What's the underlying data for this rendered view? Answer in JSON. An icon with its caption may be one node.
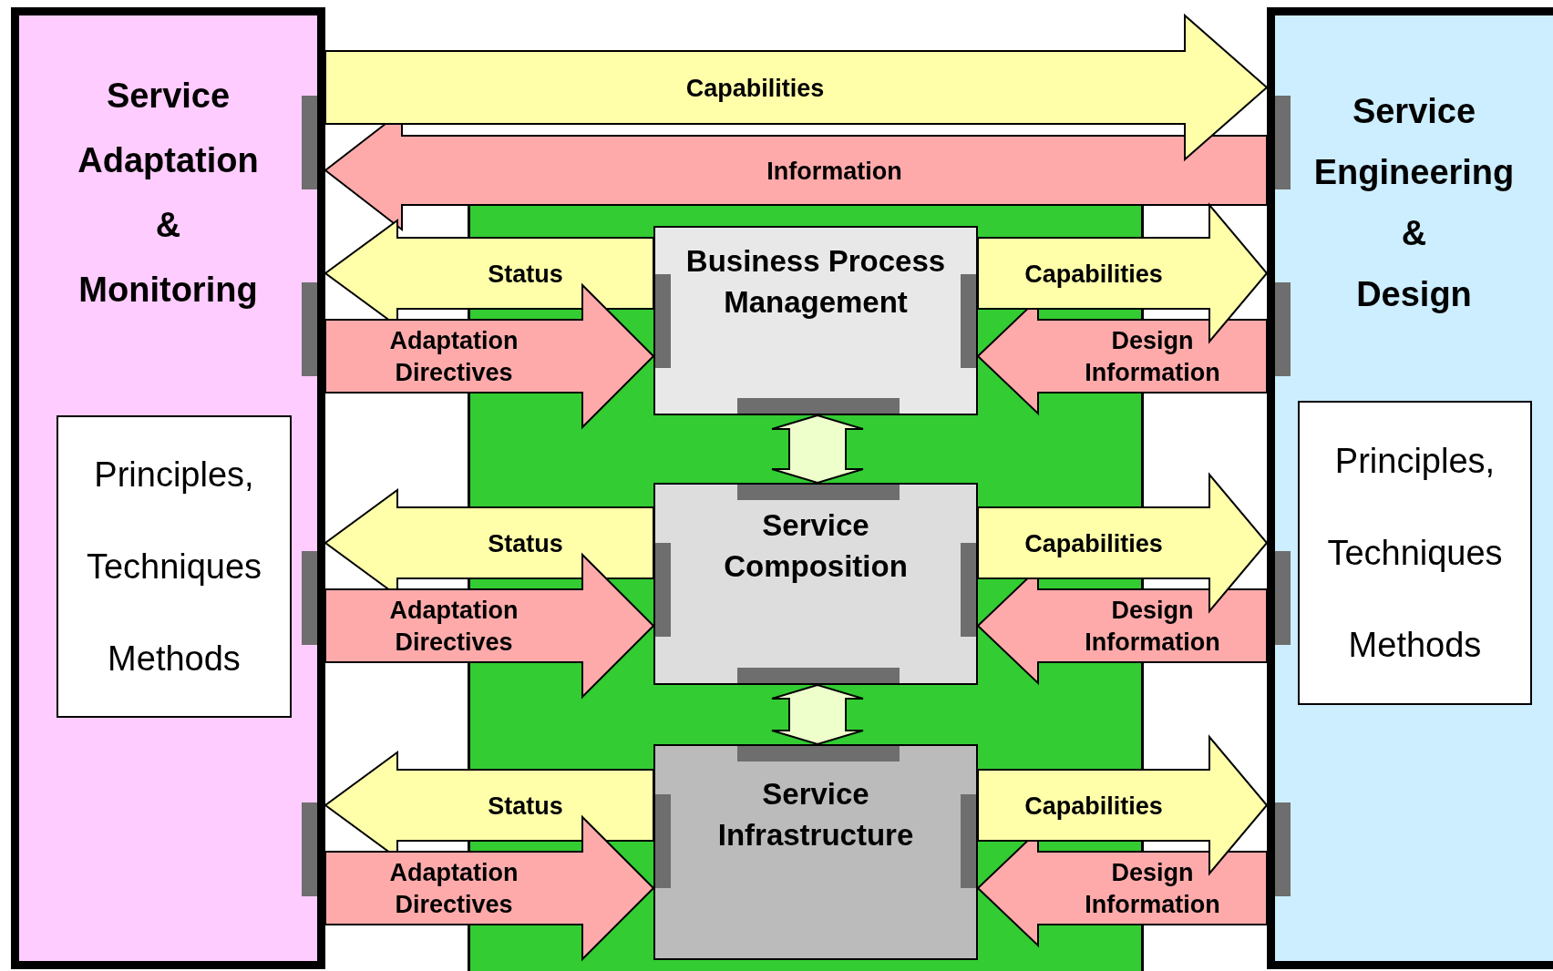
{
  "diagram": {
    "nodes": [
      {
        "text": [
          "Service Adaptation & Monitoring"
        ]
      },
      {
        "text": [
          "Principles, Techniques Methods"
        ],
        "in": 0
      },
      {
        "text": [],
        "shape": "box"
      },
      {
        "text": [
          "Business Process Management"
        ],
        "in": 2
      },
      {
        "text": [
          "Service Composition"
        ],
        "in": 2
      },
      {
        "text": [
          "Service Infrastructure"
        ],
        "in": 2
      },
      {
        "text": [
          "Service Engineering & Design"
        ]
      },
      {
        "text": [
          "Principles, Techniques Methods"
        ],
        "in": 6
      }
    ],
    "edges": [
      {
        "from": 0,
        "to": 6,
        "arrow": "to",
        "label": "Capabilities",
        "color": "#ffffaa"
      },
      {
        "from": 6,
        "to": 0,
        "arrow": "to",
        "label": "Information",
        "color": "#ffaaaa"
      },
      {
        "from": 3,
        "to": 0,
        "arrow": "to",
        "label": "Status",
        "color": "#ffffaa"
      },
      {
        "from": 0,
        "to": 3,
        "arrow": "to",
        "label": "Adaptation Directives",
        "color": "#ffaaaa"
      },
      {
        "from": 3,
        "to": 6,
        "arrow": "to",
        "label": "Capabilities",
        "color": "#ffffaa"
      },
      {
        "from": 6,
        "to": 3,
        "arrow": "to",
        "label": "Design Information",
        "color": "#ffaaaa"
      },
      {
        "from": 4,
        "to": 0,
        "arrow": "to",
        "label": "Status",
        "color": "#ffffaa"
      },
      {
        "from": 0,
        "to": 4,
        "arrow": "to",
        "label": "Adaptation Directives",
        "color": "#ffaaaa"
      },
      {
        "from": 4,
        "to": 6,
        "arrow": "to",
        "label": "Capabilities",
        "color": "#ffffaa"
      },
      {
        "from": 6,
        "to": 4,
        "arrow": "to",
        "label": "Design Information",
        "color": "#ffaaaa"
      },
      {
        "from": 5,
        "to": 0,
        "arrow": "to",
        "label": "Status",
        "color": "#ffffaa"
      },
      {
        "from": 0,
        "to": 5,
        "arrow": "to",
        "label": "Adaptation Directives",
        "color": "#ffaaaa"
      },
      {
        "from": 5,
        "to": 6,
        "arrow": "to",
        "label": "Capabilities",
        "color": "#ffffaa"
      },
      {
        "from": 6,
        "to": 5,
        "arrow": "to",
        "label": "Design Information",
        "color": "#ffaaaa"
      },
      {
        "from": 3,
        "to": 4,
        "arrow": "both",
        "color": "#eeffcc"
      },
      {
        "from": 4,
        "to": 5,
        "arrow": "both",
        "color": "#eeffcc"
      }
    ]
  }
}
